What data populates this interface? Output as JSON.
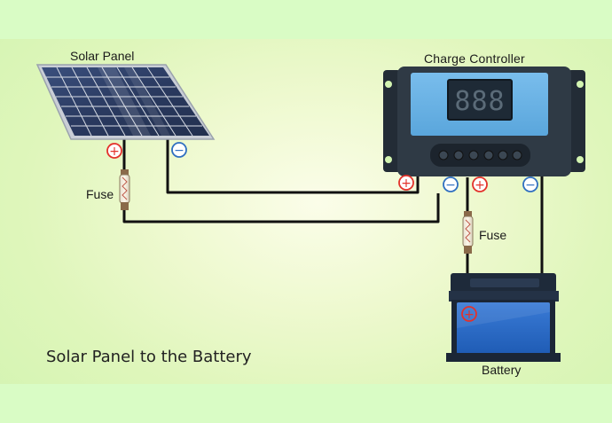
{
  "labels": {
    "solar_panel": "Solar Panel",
    "charge_controller": "Charge Controller",
    "fuse_panel": "Fuse",
    "fuse_battery": "Fuse",
    "battery": "Battery",
    "caption": "Solar Panel to the Battery"
  },
  "controller_display": "888",
  "terminals": {
    "positive_symbol": "+",
    "negative_symbol": "−"
  },
  "colors": {
    "positive": "#e3322b",
    "negative": "#2f6fc0",
    "wire": "#111111",
    "controller_body": "#2f3a45",
    "controller_face": "#66aee0",
    "battery_body": "#2f6fc9",
    "panel_cells": "#2c3d63"
  }
}
